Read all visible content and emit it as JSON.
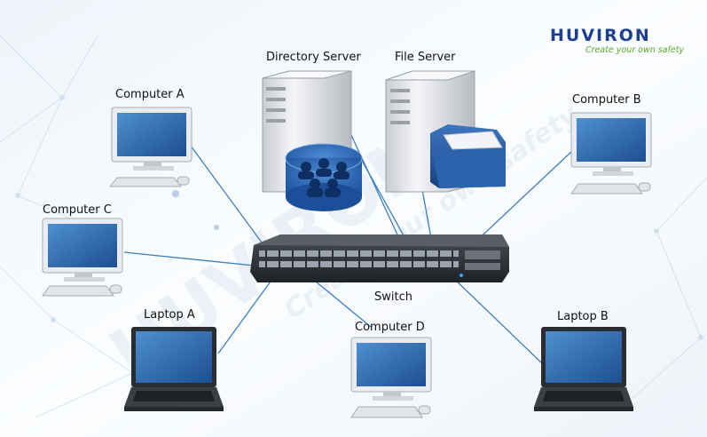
{
  "brand": {
    "name": "HUVIRON",
    "tagline": "Create your own safety",
    "primary_color": "#1d3f8f",
    "accent_color": "#5aa72c"
  },
  "nodes": {
    "computer_a": "Computer A",
    "computer_b": "Computer B",
    "computer_c": "Computer C",
    "computer_d": "Computer D",
    "laptop_a": "Laptop A",
    "laptop_b": "Laptop B",
    "directory_server": "Directory Server",
    "file_server": "File Server",
    "switch": "Switch"
  },
  "colors": {
    "cable": "#3d7fc0",
    "screen": "#2f6fb0",
    "server_body": "#eceef1"
  }
}
